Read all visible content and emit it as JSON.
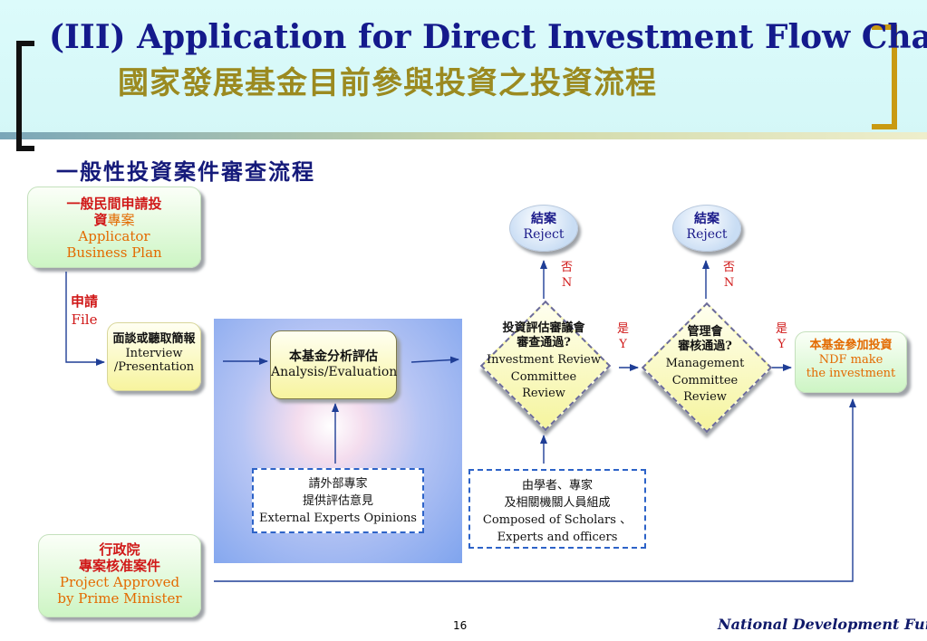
{
  "header": {
    "title_en": "(III) Application for Direct Investment Flow Chart",
    "title_zh": "國家發展基金目前參與投資之投資流程"
  },
  "subtitle": "一般性投資案件審查流程",
  "nodes": {
    "applicant": {
      "zh_1": "一般民間申請投",
      "zh_2a": "資",
      "zh_2b": "專案",
      "en_1": "Applicator",
      "en_2": "Business Plan"
    },
    "file": {
      "zh": "申請",
      "en": "File"
    },
    "interview": {
      "zh": "面談或聽取簡報",
      "en_1": "Interview",
      "en_2": "/Presentation"
    },
    "analysis": {
      "zh": "本基金分析評估",
      "en": "Analysis/Evaluation"
    },
    "experts": {
      "zh_1": "請外部專家",
      "zh_2": "提供評估意見",
      "en": "External Experts Opinions"
    },
    "investment_review": {
      "zh_1": "投資評估審議會",
      "zh_2": "審查通過?",
      "en_1": "Investment Review",
      "en_2": "Committee",
      "en_3": "Review"
    },
    "committee_composition": {
      "zh_1": "由學者、專家",
      "zh_2": "及相關機關人員組成",
      "en_1": "Composed of Scholars 、",
      "en_2": "Experts and officers"
    },
    "management_review": {
      "zh_1": "管理會",
      "zh_2": "審核通過?",
      "en_1": "Management",
      "en_2": "Committee",
      "en_3": "Review"
    },
    "reject_1": {
      "zh": "結案",
      "en": "Reject"
    },
    "reject_2": {
      "zh": "結案",
      "en": "Reject"
    },
    "ndf_invest": {
      "zh": "本基金參加投資",
      "en_1": "NDF make",
      "en_2": "the investment"
    },
    "prime_minister": {
      "zh_1": "行政院",
      "zh_2": "專案核准案件",
      "en_1": "Project Approved",
      "en_2": "by Prime Minister"
    }
  },
  "edge_labels": {
    "no_zh": "否",
    "no_en": "N",
    "yes_zh": "是",
    "yes_en": "Y"
  },
  "footer": {
    "page_number": "16",
    "brand": "National Development Fund"
  },
  "colors": {
    "title": "#141a8c",
    "title_zh": "#9b8a20",
    "red": "#d01818",
    "orange": "#e36a00",
    "arrow": "#1f3e96"
  }
}
